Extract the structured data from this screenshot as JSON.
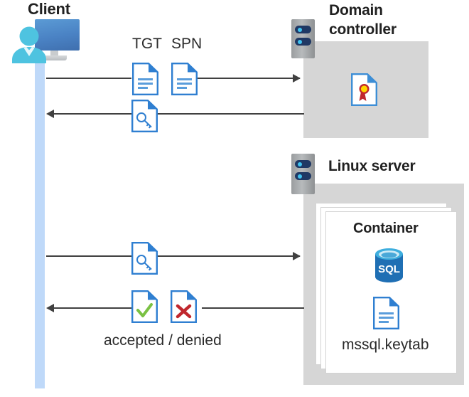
{
  "diagram": {
    "title_client": "Client",
    "title_domain_controller": "Domain\ncontroller",
    "title_domain_controller_line1": "Domain",
    "title_domain_controller_line2": "controller",
    "title_linux_server": "Linux server",
    "title_container": "Container",
    "label_tgt": "TGT",
    "label_spn": "SPN",
    "label_keytab": "mssql.keytab",
    "label_result": "accepted / denied",
    "label_sql": "SQL",
    "icons": {
      "client": "user-with-monitor-icon",
      "server_rack": "server-rack-icon",
      "document": "document-icon",
      "certificate": "certificate-document-icon",
      "key": "key-document-icon",
      "accepted": "check-document-icon",
      "denied": "cross-document-icon",
      "sql": "sql-database-icon",
      "keytab": "keytab-document-icon"
    },
    "arrows": [
      {
        "name": "client-to-dc-request",
        "direction": "right",
        "label": "TGT SPN"
      },
      {
        "name": "dc-to-client-ticket",
        "direction": "left",
        "label": "key"
      },
      {
        "name": "client-to-linux-request",
        "direction": "right",
        "label": "key"
      },
      {
        "name": "linux-to-client-result",
        "direction": "left",
        "label": "accepted / denied"
      }
    ],
    "colors": {
      "accent_blue": "#2f7fd1",
      "doc_fold": "#2f7fd1",
      "lifeline": "#bfd9f9",
      "panel_gray": "#d6d6d6",
      "arrow": "#404040",
      "cyan": "#4ec3e0",
      "check_green": "#7ac143",
      "cross_red": "#c0272d",
      "seal_red": "#c0272d",
      "seal_yellow": "#ffd500",
      "sql_blue": "#1f6fb4",
      "rack_navy": "#1f3864"
    }
  }
}
